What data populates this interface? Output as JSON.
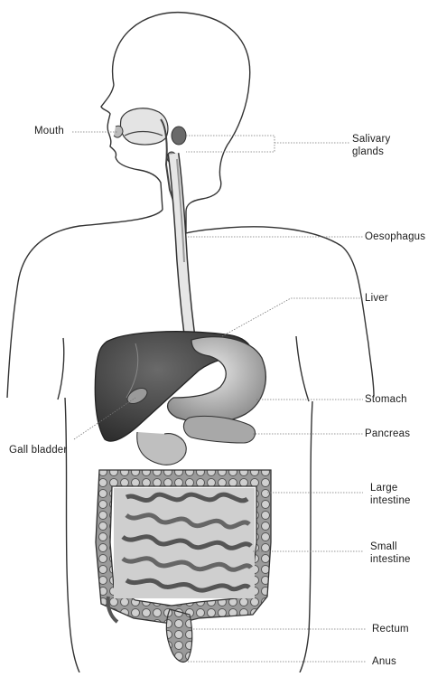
{
  "labels": {
    "mouth": "Mouth",
    "salivary": "Salivary\nglands",
    "oesophagus": "Oesophagus",
    "liver": "Liver",
    "stomach": "Stomach",
    "gall_bladder": "Gall bladder",
    "pancreas": "Pancreas",
    "large_intestine": "Large\nintestine",
    "small_intestine": "Small\nintestine",
    "rectum": "Rectum",
    "anus": "Anus"
  },
  "colors": {
    "outline": "#333333",
    "liver": "#4a4a4a",
    "stomach": "#bdbdbd",
    "intestine": "#7a7a7a",
    "leader": "#777777"
  }
}
